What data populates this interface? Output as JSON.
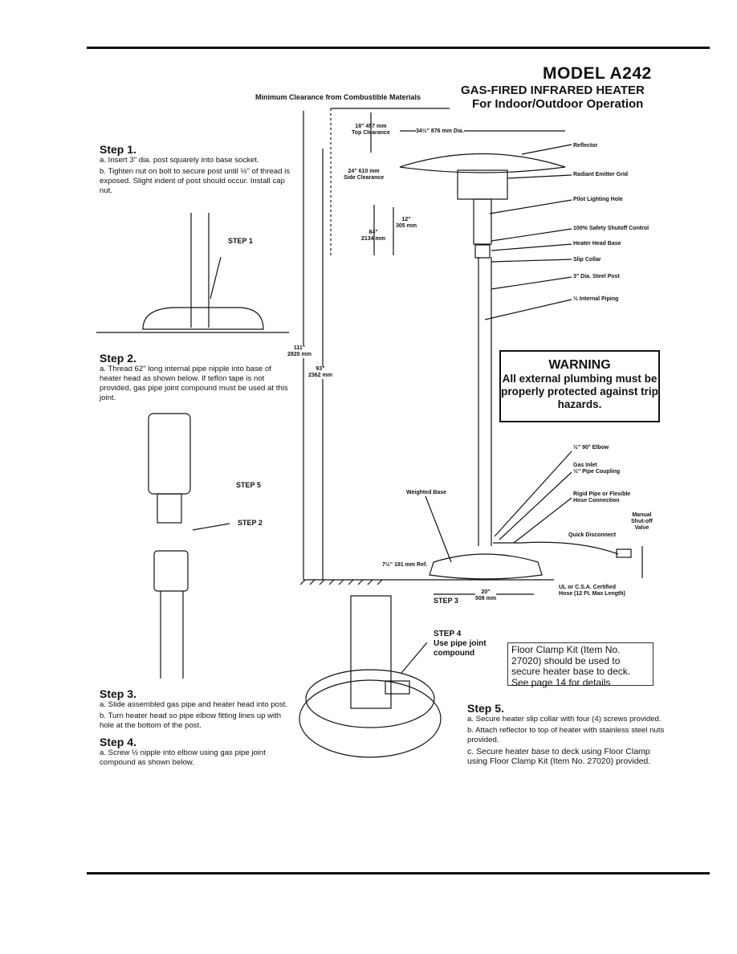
{
  "title": {
    "model": "MODEL A242",
    "line2": "GAS-FIRED INFRARED HEATER",
    "line3": "For Indoor/Outdoor Operation"
  },
  "min_clearance_label": "Minimum Clearance from Combustible Materials",
  "step1": {
    "heading": "Step 1.",
    "a": "a.  Insert 3\" dia. post squarely into base socket.",
    "b": "b.  Tighten nut on bolt to secure post until ½\" of thread is exposed. Slight indent of post should occur. Install cap nut.",
    "callout": "STEP 1"
  },
  "step2": {
    "heading": "Step 2.",
    "a": "a.  Thread 62\" long internal pipe nipple into base of heater head as shown below. If teflon tape is not provided, gas pipe joint compound must be used at this joint.",
    "callout_step5": "STEP 5",
    "callout_step2": "STEP 2"
  },
  "step3": {
    "heading": "Step 3.",
    "a": "a.  Slide assembled gas pipe and heater head into post.",
    "b": "b.  Turn heater head so pipe elbow fitting lines up with hole at the bottom of the post.",
    "callout": "STEP 3"
  },
  "step4": {
    "heading": "Step 4.",
    "a": "a.  Screw ½ nipple into elbow using gas pipe joint compound as shown below.",
    "callout_line1": "STEP 4",
    "callout_line2": "Use pipe joint",
    "callout_line3": "compound"
  },
  "step5": {
    "heading": "Step 5.",
    "a": "a.  Secure heater slip collar with four (4) screws provided.",
    "b": "b.  Attach reflector to top of heater with stainless steel nuts provided.",
    "c": "c.  Secure heater base to deck using Floor Clamp using Floor Clamp Kit (Item No. 27020) provided."
  },
  "dimensions": {
    "top_clear": "18\" 457 mm",
    "top_clear_label": "Top Clearance",
    "side_clear": "24\" 610 mm",
    "side_clear_label": "Side Clearance",
    "reflector_dia": "34½\" 876 mm Dia.",
    "d12": "12\"",
    "d12mm": "305 mm",
    "d84": "84\"",
    "d84mm": "2134 mm",
    "d111": "111\"",
    "d111mm": "2820 mm",
    "d93": "93\"",
    "d93mm": "2362 mm",
    "d7": "7½\" 191 mm Ref.",
    "d20": "20\"",
    "d20mm": "508 mm"
  },
  "labels": {
    "reflector": "Reflector",
    "emitter": "Radiant Emitter Grid",
    "pilot": "Pilot Lighting Hole",
    "shutoff": "100% Safety Shutoff Control",
    "head_base": "Heater Head Base",
    "slip_collar": "Slip Collar",
    "post": "3\" Dia. Steel Post",
    "piping": "½ Internal Piping",
    "elbow": "½\" 90° Elbow",
    "gas_inlet": "Gas Inlet",
    "coupling": "½\" Pipe Coupling",
    "rigid1": "Rigid Pipe or Flexible",
    "rigid2": "Hose Connection",
    "manual1": "Manual",
    "manual2": "Shut-off",
    "manual3": "Valve",
    "quick": "Quick Disconnect",
    "weighted": "Weighted Base",
    "hose1": "UL or C.S.A. Certified",
    "hose2": "Hose (12 Ft. Max Length)"
  },
  "warning": {
    "heading": "WARNING",
    "body": "All external plumbing must be properly protected against trip hazards."
  },
  "floor_clamp": "Floor Clamp Kit (Item No. 27020) should be used to secure heater base to deck. See page 14 for details"
}
